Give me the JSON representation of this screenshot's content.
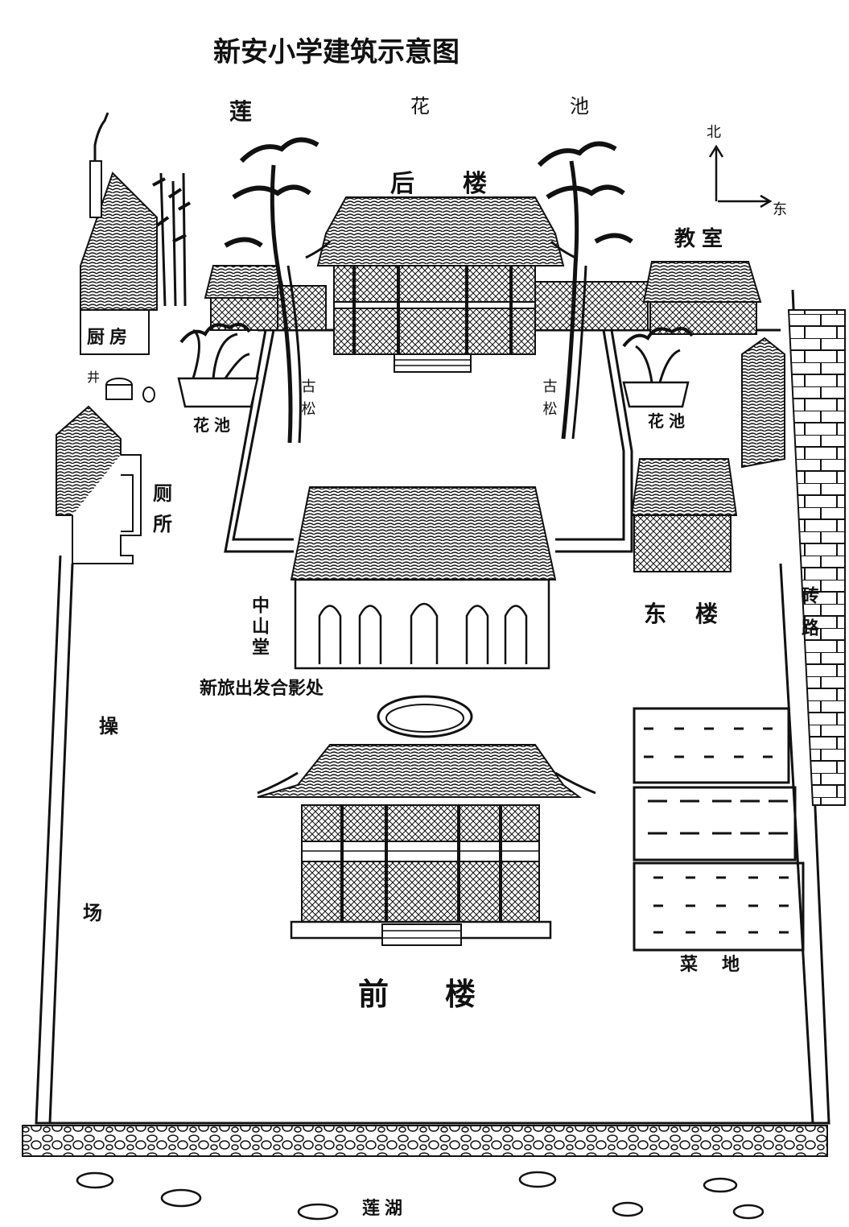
{
  "title": "新安小学建筑示意图",
  "colors": {
    "ink": "#111111",
    "paper": "#ffffff",
    "roof_fill": "#8a8a8a"
  },
  "labels": {
    "lotus_pond_top": [
      "莲",
      "花",
      "池"
    ],
    "north": "北",
    "east": "东",
    "back_building": "后楼",
    "classroom": "教室",
    "kitchen": "厨房",
    "flower_bed_left": "花池",
    "flower_bed_right": "花池",
    "old_pine_left": "古松",
    "old_pine_right": "古松",
    "toilet": "厕所",
    "zhongshan_hall": "中山堂",
    "east_building": "东楼",
    "brick_road": "砖路",
    "meeting_place": "新旅出发合影处",
    "playground_1": "操",
    "playground_2": "场",
    "front_building": "前楼",
    "vegetable_garden": "菜地",
    "lotus_pond_bottom": "莲湖",
    "well": "井"
  }
}
